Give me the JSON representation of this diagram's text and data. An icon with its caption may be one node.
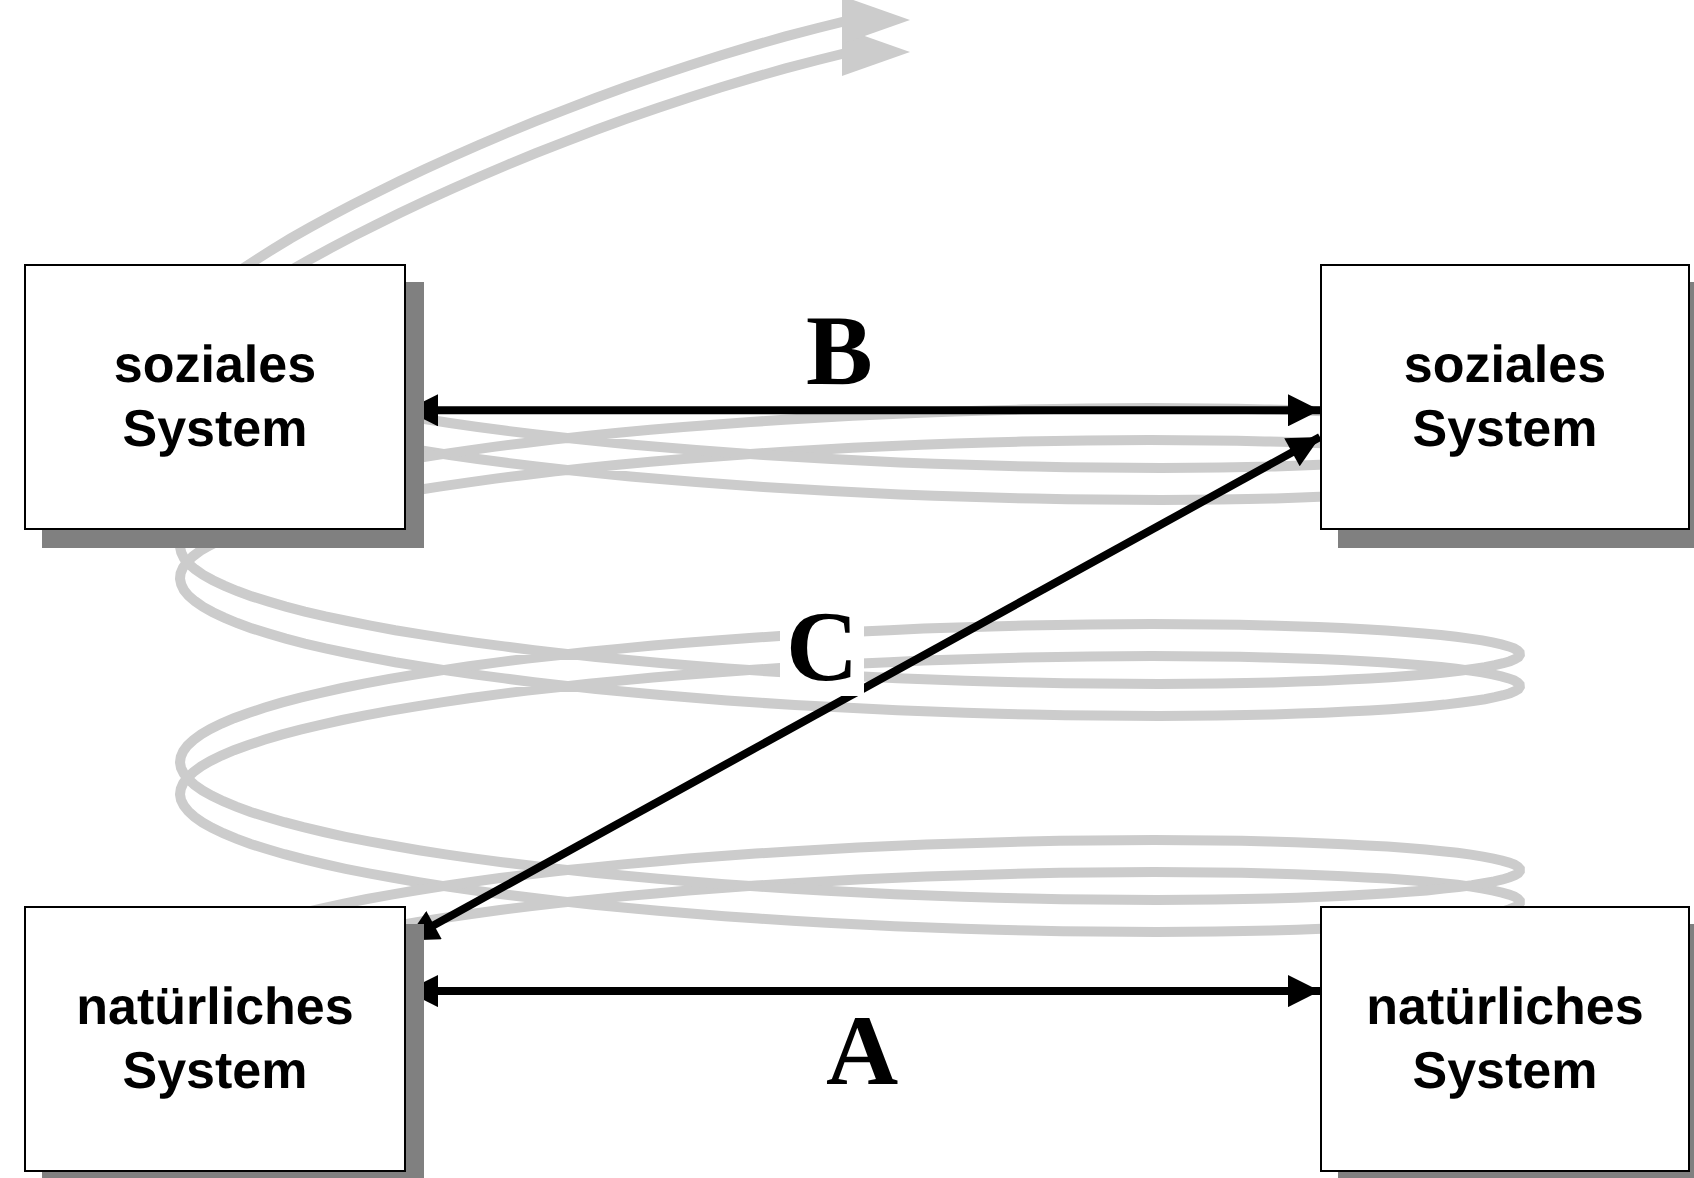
{
  "diagram": {
    "nodes": [
      {
        "text": [
          "soziales System"
        ]
      },
      {
        "text": [
          "soziales System"
        ]
      },
      {
        "text": [
          "natürliches System"
        ]
      },
      {
        "text": [
          "natürliches System"
        ]
      }
    ],
    "edges": [
      {
        "from": 0,
        "to": 1,
        "arrow": "both",
        "label": "B"
      },
      {
        "from": 1,
        "to": 2,
        "arrow": "both",
        "label": "C"
      },
      {
        "from": 2,
        "to": 3,
        "arrow": "both",
        "label": "A"
      }
    ]
  }
}
